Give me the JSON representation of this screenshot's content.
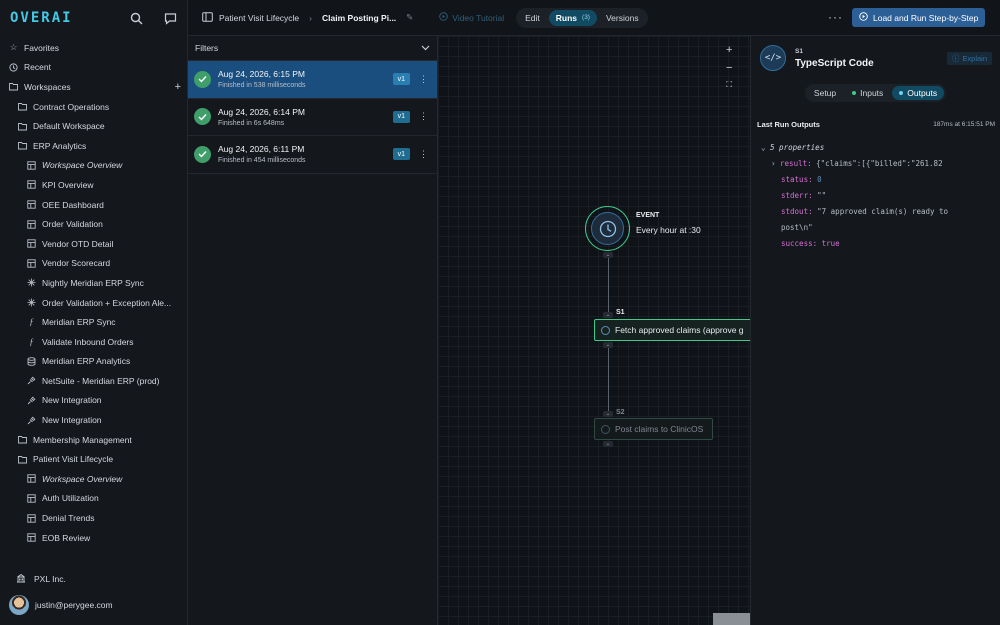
{
  "app": {
    "logo": "OVERAI"
  },
  "sidebar": {
    "favorites": "Favorites",
    "recent": "Recent",
    "workspaces": "Workspaces",
    "items": [
      {
        "label": "Contract Operations",
        "level": 1,
        "type": "folder"
      },
      {
        "label": "Default Workspace",
        "level": 1,
        "type": "folder"
      },
      {
        "label": "ERP Analytics",
        "level": 1,
        "type": "folder-open"
      },
      {
        "label": "Workspace Overview",
        "level": 2,
        "type": "dashboard",
        "italic": true
      },
      {
        "label": "KPI Overview",
        "level": 2,
        "type": "dashboard"
      },
      {
        "label": "OEE Dashboard",
        "level": 2,
        "type": "dashboard"
      },
      {
        "label": "Order Validation",
        "level": 2,
        "type": "dashboard"
      },
      {
        "label": "Vendor OTD Detail",
        "level": 2,
        "type": "dashboard"
      },
      {
        "label": "Vendor Scorecard",
        "level": 2,
        "type": "dashboard"
      },
      {
        "label": "Nightly Meridian ERP Sync",
        "level": 2,
        "type": "workflow"
      },
      {
        "label": "Order Validation + Exception Ale...",
        "level": 2,
        "type": "workflow"
      },
      {
        "label": "Meridian ERP Sync",
        "level": 2,
        "type": "function"
      },
      {
        "label": "Validate Inbound Orders",
        "level": 2,
        "type": "function"
      },
      {
        "label": "Meridian ERP Analytics",
        "level": 2,
        "type": "database"
      },
      {
        "label": "NetSuite - Meridian ERP (prod)",
        "level": 2,
        "type": "plug"
      },
      {
        "label": "New Integration",
        "level": 2,
        "type": "plug"
      },
      {
        "label": "New Integration",
        "level": 2,
        "type": "plug"
      },
      {
        "label": "Membership Management",
        "level": 1,
        "type": "folder"
      },
      {
        "label": "Patient Visit Lifecycle",
        "level": 1,
        "type": "folder-open"
      },
      {
        "label": "Workspace Overview",
        "level": 2,
        "type": "dashboard",
        "italic": true
      },
      {
        "label": "Auth Utilization",
        "level": 2,
        "type": "dashboard"
      },
      {
        "label": "Denial Trends",
        "level": 2,
        "type": "dashboard"
      },
      {
        "label": "EOB Review",
        "level": 2,
        "type": "dashboard"
      }
    ],
    "org": "PXL Inc.",
    "user_email": "justin@perygee.com"
  },
  "topbar": {
    "breadcrumb_parent": "Patient Visit Lifecycle",
    "breadcrumb_current": "Claim Posting Pi...",
    "video_tutorial": "Video Tutorial",
    "tabs": {
      "edit": "Edit",
      "runs": "Runs",
      "runs_count": "(3)",
      "versions": "Versions"
    },
    "more": "···",
    "primary_action": "Load and Run Step-by-Step"
  },
  "runs": {
    "filters_label": "Filters",
    "items": [
      {
        "date": "Aug 24, 2026, 6:15 PM",
        "duration": "Finished in 538 milliseconds",
        "version": "v1"
      },
      {
        "date": "Aug 24, 2026, 6:14 PM",
        "duration": "Finished in 6s 648ms",
        "version": "v1"
      },
      {
        "date": "Aug 24, 2026, 6:11 PM",
        "duration": "Finished in 454 milliseconds",
        "version": "v1"
      }
    ]
  },
  "canvas": {
    "zoom_in": "+",
    "zoom_out": "−",
    "fit": "⛶",
    "event": {
      "tag": "EVENT",
      "label": "Every hour at :30"
    },
    "steps": [
      {
        "tag": "S1",
        "label": "Fetch approved claims (approve g"
      },
      {
        "tag": "S2",
        "label": "Post claims to ClinicOS"
      }
    ]
  },
  "detail": {
    "step": "S1",
    "title": "TypeScript Code",
    "explain": "Explain",
    "tabs": {
      "setup": "Setup",
      "inputs": "Inputs",
      "outputs": "Outputs"
    },
    "outputs_title": "Last Run Outputs",
    "outputs_meta": "187ms at 6:15:51 PM",
    "properties_count": "5 properties",
    "result_key": "result:",
    "result_val": "{\"claims\":[{\"billed\":\"261.82",
    "status_key": "status:",
    "status_val": "0",
    "stderr_key": "stderr:",
    "stderr_val": "\"\"",
    "stdout_key": "stdout:",
    "stdout_val_1": "\"7 approved claim(s) ready to",
    "stdout_val_2": "post\\n\"",
    "success_key": "success:",
    "success_val": "true"
  }
}
